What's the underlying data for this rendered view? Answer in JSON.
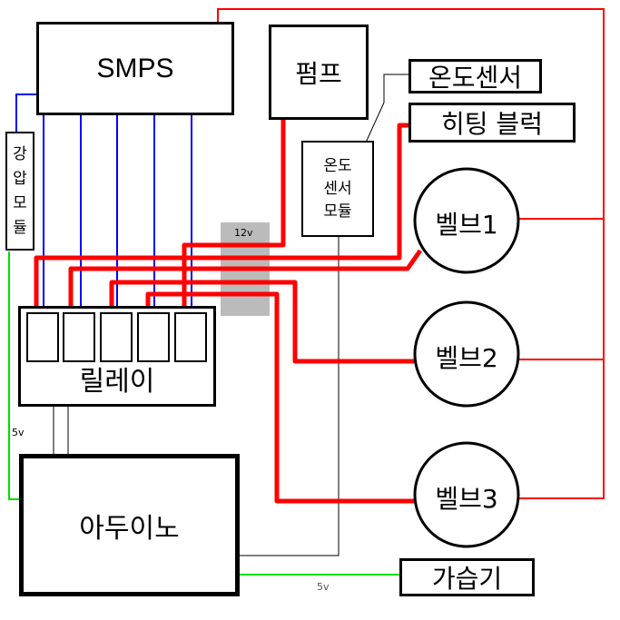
{
  "colors": {
    "power_line": "#ff0000",
    "dc_line": "#0000ff",
    "five_volt_line": "#00dd00",
    "signal_line": "#000000",
    "band": "#bbbbbb"
  },
  "components": {
    "smps": "SMPS",
    "pump": "펌프",
    "temp_sensor": "온도센서",
    "heating_block": "히팅 블럭",
    "temp_sensor_module": [
      "온도",
      "센서",
      "모듈"
    ],
    "step_down_module": [
      "강",
      "압",
      "모",
      "듈"
    ],
    "valve1": "벨브1",
    "valve2": "벨브2",
    "valve3": "벨브3",
    "relay": "릴레이",
    "arduino": "아두이노",
    "humidifier": "가습기"
  },
  "labels": {
    "band_12v": "12v",
    "left_5v": "5v",
    "bottom_5v": "5v"
  }
}
